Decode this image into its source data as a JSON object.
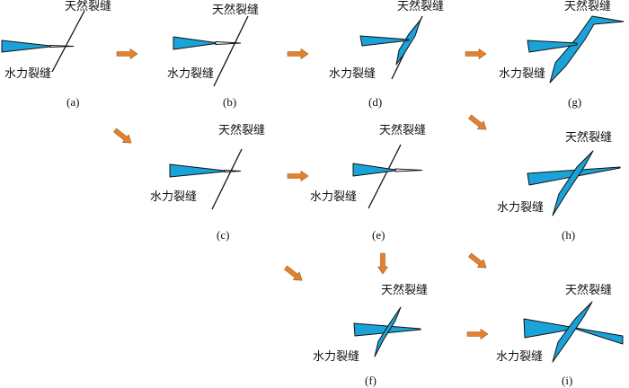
{
  "labels": {
    "natural_fracture": "天然裂缝",
    "hydraulic_fracture": "水力裂缝"
  },
  "panels": [
    {
      "id": "a",
      "caption": "(a)"
    },
    {
      "id": "b",
      "caption": "(b)"
    },
    {
      "id": "c",
      "caption": "(c)"
    },
    {
      "id": "d",
      "caption": "(d)"
    },
    {
      "id": "e",
      "caption": "(e)"
    },
    {
      "id": "f",
      "caption": "(f)"
    },
    {
      "id": "g",
      "caption": "(g)"
    },
    {
      "id": "h",
      "caption": "(h)"
    },
    {
      "id": "i",
      "caption": "(i)"
    }
  ],
  "colors": {
    "fracture_fill": "#1aa3d9",
    "arrow_fill": "#e0822f",
    "line": "#111111"
  }
}
